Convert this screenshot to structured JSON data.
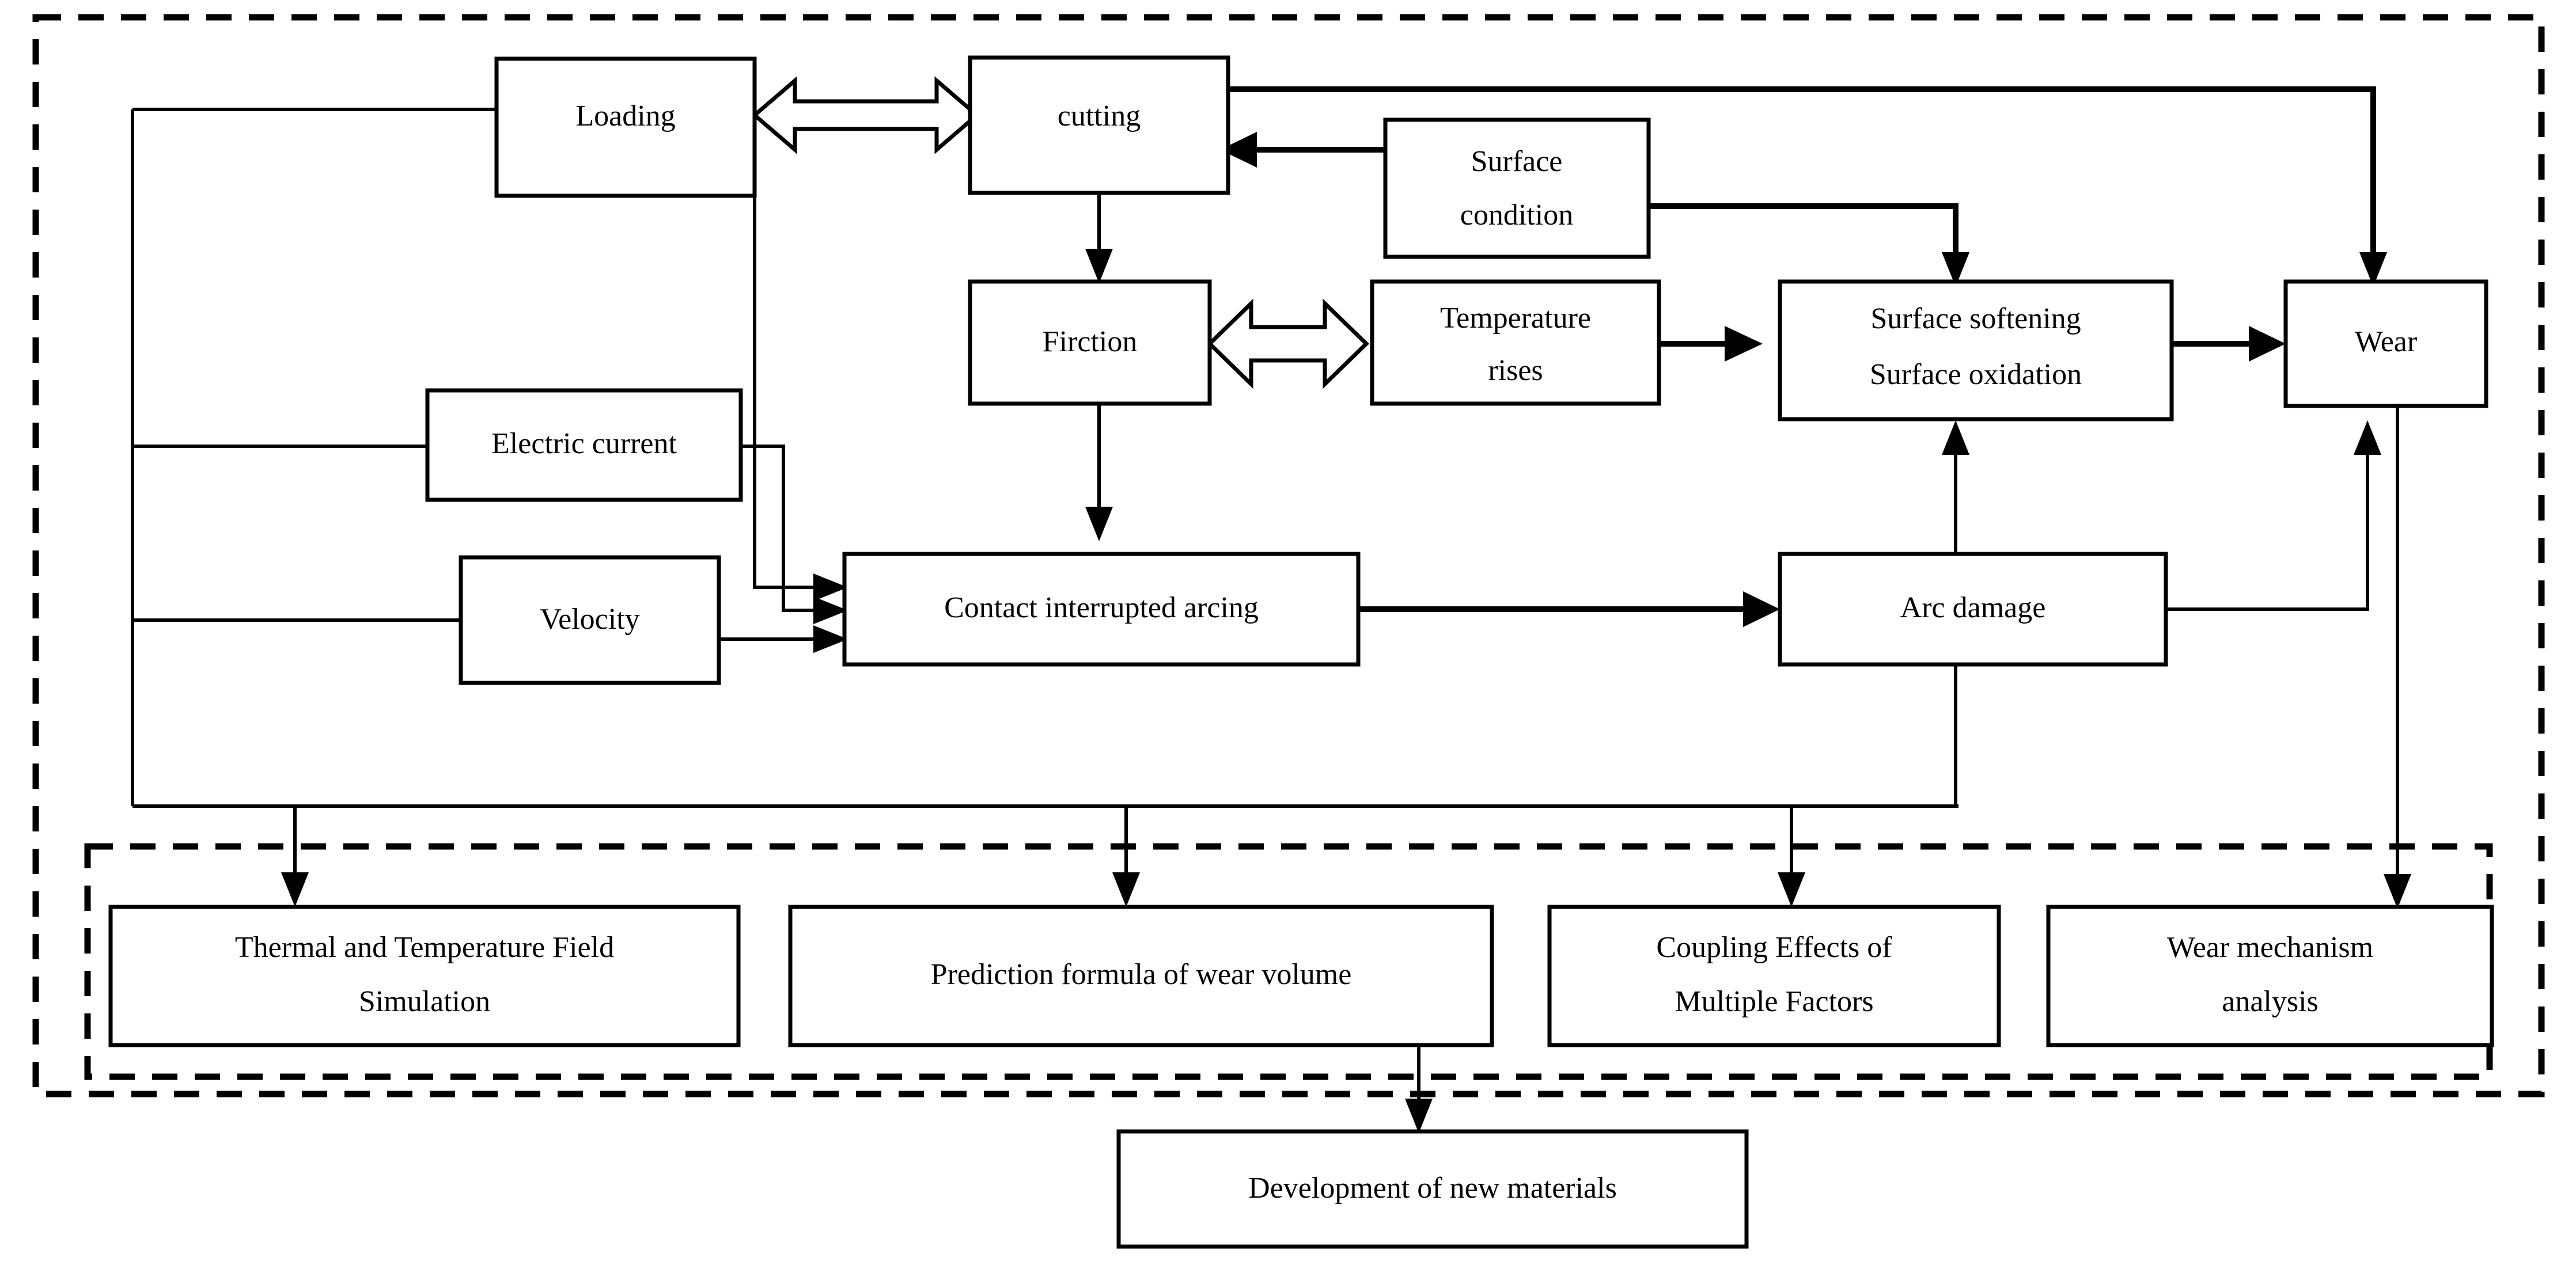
{
  "diagram": {
    "title": "Electrical contact wear mechanism research framework",
    "colors": {
      "line": "#000000",
      "box_fill": "#ffffff",
      "background": "#ffffff"
    },
    "nodes": {
      "loading": {
        "label": "Loading"
      },
      "cutting": {
        "label": "cutting"
      },
      "surface_condition_l1": {
        "label": "Surface"
      },
      "surface_condition_l2": {
        "label": "condition"
      },
      "firction": {
        "label": "Firction"
      },
      "temperature_rises_l1": {
        "label": "Temperature"
      },
      "temperature_rises_l2": {
        "label": "rises"
      },
      "surface_soft_l1": {
        "label": "Surface softening"
      },
      "surface_soft_l2": {
        "label": "Surface oxidation"
      },
      "wear": {
        "label": "Wear"
      },
      "electric_current": {
        "label": "Electric current"
      },
      "velocity": {
        "label": "Velocity"
      },
      "contact_arcing": {
        "label": "Contact interrupted arcing"
      },
      "arc_damage": {
        "label": "Arc damage"
      },
      "thermal_sim_l1": {
        "label": "Thermal and Temperature Field"
      },
      "thermal_sim_l2": {
        "label": "Simulation"
      },
      "prediction_formula": {
        "label": "Prediction formula of wear volume"
      },
      "coupling_l1": {
        "label": "Coupling Effects of"
      },
      "coupling_l2": {
        "label": "Multiple Factors"
      },
      "wear_mech_l1": {
        "label": "Wear mechanism"
      },
      "wear_mech_l2": {
        "label": "analysis"
      },
      "development": {
        "label": "Development of new materials"
      }
    }
  }
}
